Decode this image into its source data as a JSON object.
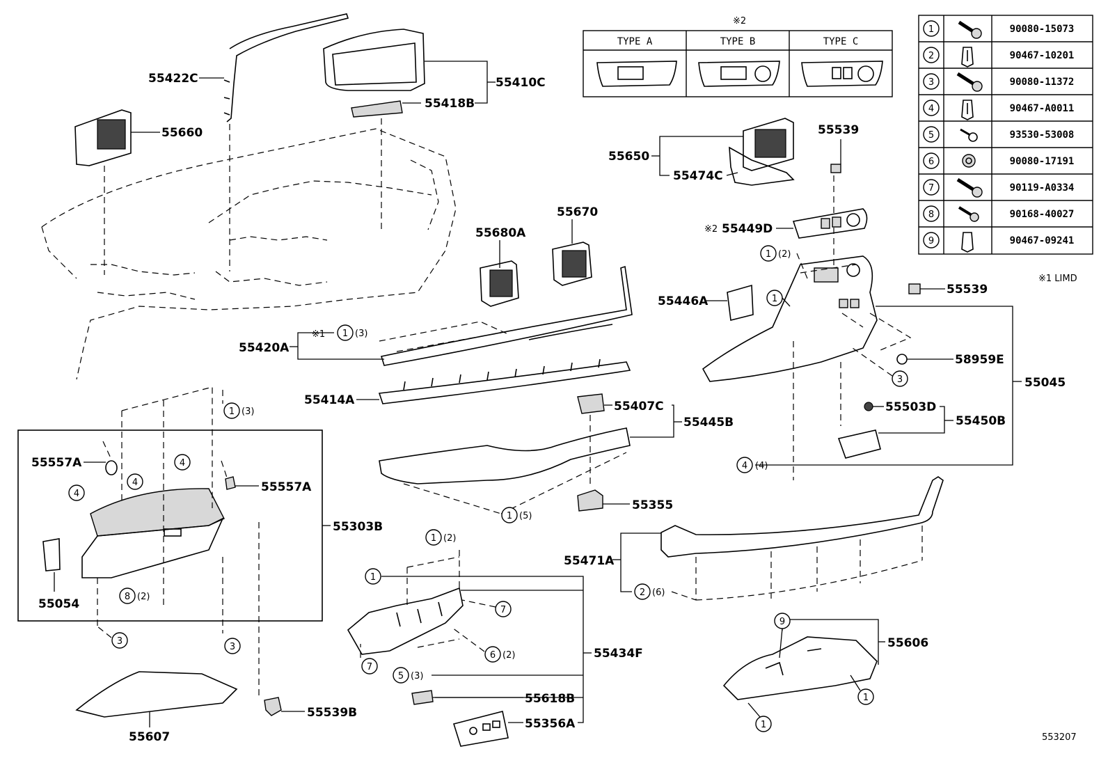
{
  "type_table": {
    "note": "※2",
    "types": [
      "TYPE A",
      "TYPE B",
      "TYPE C"
    ]
  },
  "fastener_table": [
    {
      "n": "1",
      "part": "90080-15073",
      "icon": "bolt-icon"
    },
    {
      "n": "2",
      "part": "90467-10201",
      "icon": "clip-icon"
    },
    {
      "n": "3",
      "part": "90080-11372",
      "icon": "bolt-icon"
    },
    {
      "n": "4",
      "part": "90467-A0011",
      "icon": "clip-icon"
    },
    {
      "n": "5",
      "part": "93530-53008",
      "icon": "screw-icon"
    },
    {
      "n": "6",
      "part": "90080-17191",
      "icon": "nut-icon"
    },
    {
      "n": "7",
      "part": "90119-A0334",
      "icon": "bolt-icon"
    },
    {
      "n": "8",
      "part": "90168-40027",
      "icon": "screw-icon"
    },
    {
      "n": "9",
      "part": "90467-09241",
      "icon": "clip-icon"
    }
  ],
  "note_limd": "※1 LIMD",
  "note_k1": "※1",
  "note_k2": "※2",
  "diagram_id": "553207",
  "labels": {
    "p55422C": "55422C",
    "p55410C": "55410C",
    "p55418B": "55418B",
    "p55660": "55660",
    "p55650": "55650",
    "p55474C": "55474C",
    "p55539a": "55539",
    "p55449D": "55449D",
    "p55680A": "55680A",
    "p55670": "55670",
    "p55446A": "55446A",
    "p55539b": "55539",
    "p55420A": "55420A",
    "p58959E": "58959E",
    "p55045": "55045",
    "p55414A": "55414A",
    "p55407C": "55407C",
    "p55445B": "55445B",
    "p55503D": "55503D",
    "p55450B": "55450B",
    "p55557Aa": "55557A",
    "p55557Ab": "55557A",
    "p55303B": "55303B",
    "p55355": "55355",
    "p55471A": "55471A",
    "p55054": "55054",
    "p55434F": "55434F",
    "p55606": "55606",
    "p55618B": "55618B",
    "p55539B": "55539B",
    "p55356A": "55356A",
    "p55607": "55607"
  },
  "qty": {
    "q2": "(2)",
    "q3": "(3)",
    "q4": "(4)",
    "q5": "(5)",
    "q6": "(6)"
  },
  "callouts": {
    "one": "1",
    "two": "2",
    "three": "3",
    "four": "4",
    "five": "5",
    "six": "6",
    "seven": "7",
    "eight": "8",
    "nine": "9"
  }
}
